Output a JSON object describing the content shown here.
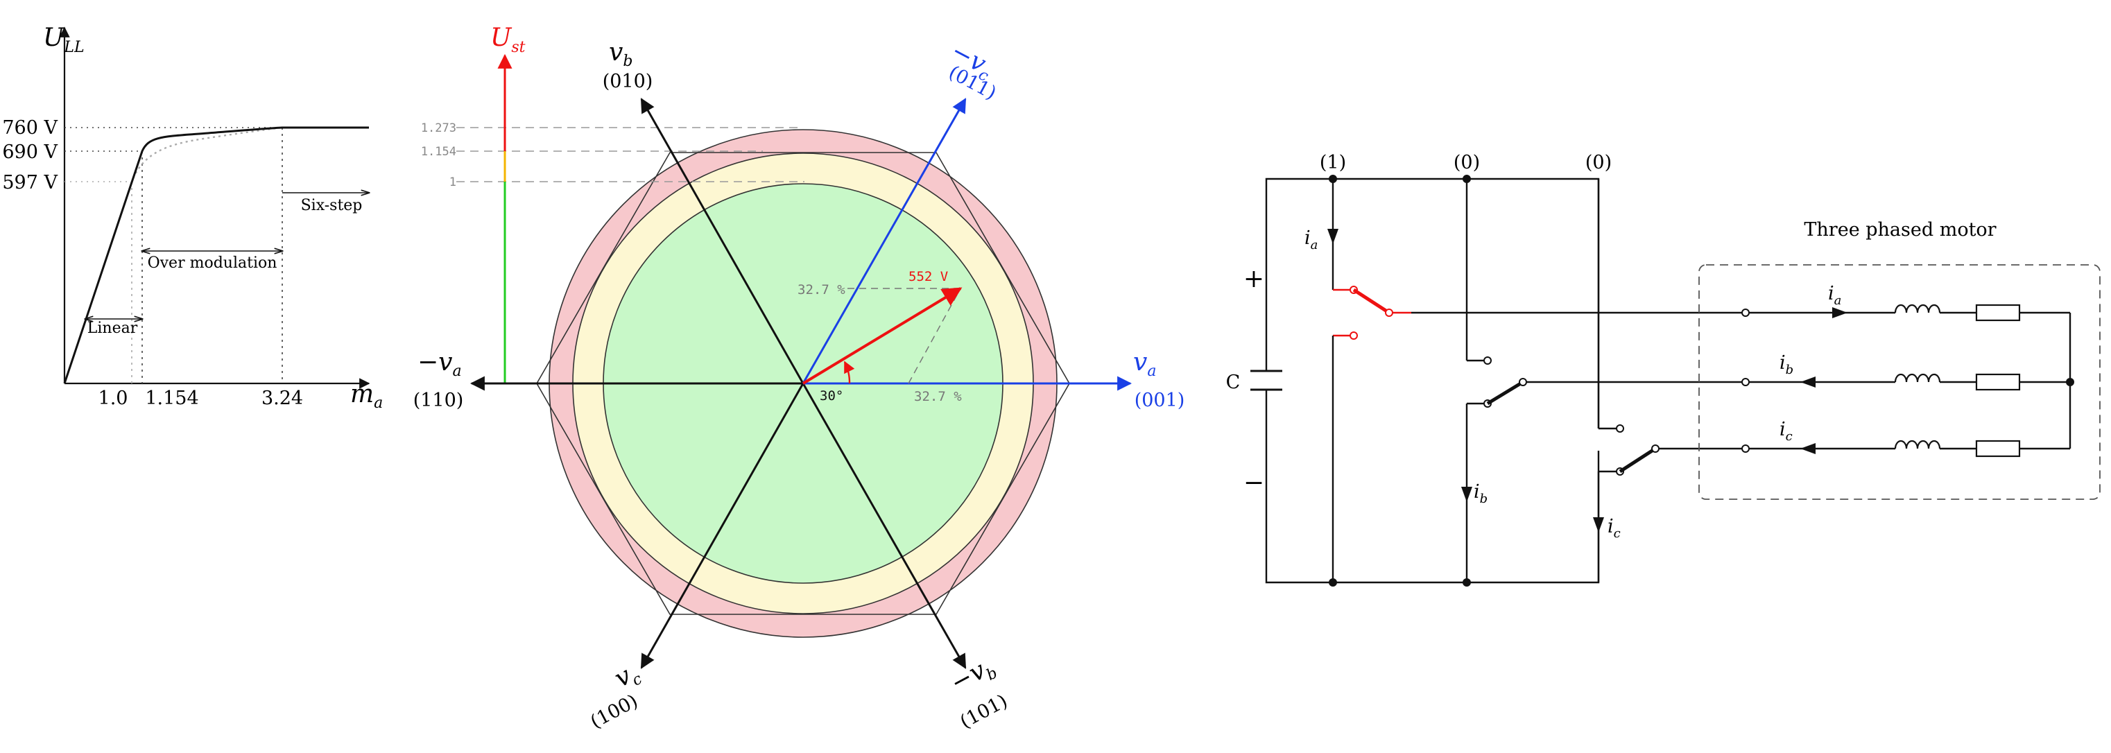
{
  "colors": {
    "red": "#ee1111",
    "blue": "#1a40e6",
    "green": "#22cc22",
    "orange": "#f4b400",
    "pink_fill": "#f7c8cc",
    "yellow_fill": "#fdf7d2",
    "green_fill": "#c8f8c8",
    "ink": "#111111",
    "grey": "#888888"
  },
  "chart_data": {
    "type": "line",
    "xlabel": "m_a",
    "ylabel": "U_LL",
    "x_ticks": [
      "1.0",
      "1.154",
      "3.24"
    ],
    "y_ticks": [
      "760 V",
      "690 V",
      "597 V"
    ],
    "regions": [
      "Linear",
      "Over modulation",
      "Six-step"
    ],
    "series": [
      {
        "style": "solid",
        "points": [
          [
            0,
            0
          ],
          [
            1.154,
            690
          ],
          [
            1.35,
            725
          ],
          [
            2.0,
            745
          ],
          [
            3.24,
            760
          ],
          [
            4.6,
            760
          ]
        ]
      },
      {
        "style": "dotted",
        "points": [
          [
            0,
            0
          ],
          [
            1.0,
            597
          ],
          [
            1.25,
            650
          ],
          [
            2.0,
            715
          ],
          [
            3.24,
            760
          ]
        ]
      }
    ]
  },
  "plot": {
    "ylabel_main": "U",
    "ylabel_sub": "LL",
    "xlabel_main": "m",
    "xlabel_sub": "a",
    "y760": "760 V",
    "y690": "690 V",
    "y597": "597 V",
    "x1": "1.0",
    "x2": "1.154",
    "x3": "3.24",
    "linear": "Linear",
    "over": "Over modulation",
    "sixstep": "Six-step"
  },
  "hexagon": {
    "ust_main": "U",
    "ust_sub": "st",
    "lvl1": "1.273",
    "lvl2": "1.154",
    "lvl3": "1",
    "vb_label": "v",
    "vb_sub": "b",
    "vb_code": "(010)",
    "mvc_label": "−v",
    "mvc_sub": "c",
    "mvc_code": "(011)",
    "mva_label": "−v",
    "mva_sub": "a",
    "mva_code": "(110)",
    "va_label": "v",
    "va_sub": "a",
    "va_code": "(001)",
    "vc_label": "v",
    "vc_sub": "c",
    "vc_code": "(100)",
    "mvb_label": "−v",
    "mvb_sub": "b",
    "mvb_code": "(101)",
    "vector_value": "552 V",
    "pct_left": "32.7 %",
    "pct_bottom": "32.7 %",
    "angle": "30°"
  },
  "inverter": {
    "state1": "(1)",
    "state2": "(0)",
    "state3": "(0)",
    "plus": "+",
    "minus": "−",
    "cap": "C",
    "ia": "i",
    "ia_sub": "a",
    "ib": "i",
    "ib_sub": "b",
    "ic": "i",
    "ic_sub": "c",
    "motor_title": "Three phased motor"
  }
}
